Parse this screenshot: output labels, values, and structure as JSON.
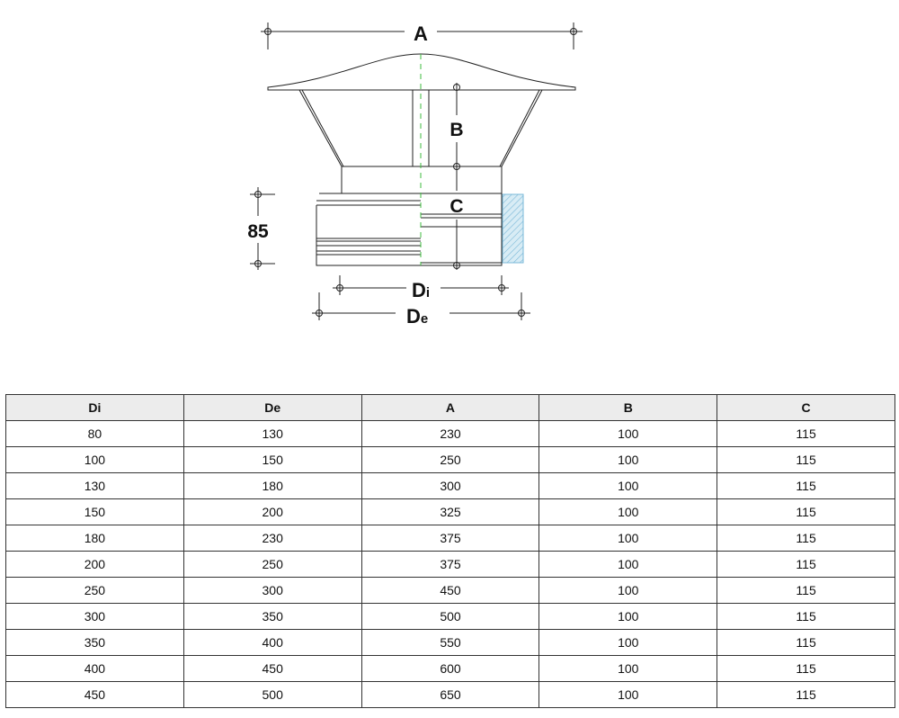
{
  "diagram": {
    "labels": {
      "A": "A",
      "B": "B",
      "C": "C",
      "height": "85",
      "Di_main": "D",
      "Di_sub": "i",
      "De_main": "D",
      "De_sub": "e"
    },
    "colors": {
      "axis": "#3dbb3d",
      "hatch": "#7ab8d8",
      "line": "#222222"
    }
  },
  "table": {
    "headers": [
      "Di",
      "De",
      "A",
      "B",
      "C"
    ],
    "rows": [
      [
        "80",
        "130",
        "230",
        "100",
        "115"
      ],
      [
        "100",
        "150",
        "250",
        "100",
        "115"
      ],
      [
        "130",
        "180",
        "300",
        "100",
        "115"
      ],
      [
        "150",
        "200",
        "325",
        "100",
        "115"
      ],
      [
        "180",
        "230",
        "375",
        "100",
        "115"
      ],
      [
        "200",
        "250",
        "375",
        "100",
        "115"
      ],
      [
        "250",
        "300",
        "450",
        "100",
        "115"
      ],
      [
        "300",
        "350",
        "500",
        "100",
        "115"
      ],
      [
        "350",
        "400",
        "550",
        "100",
        "115"
      ],
      [
        "400",
        "450",
        "600",
        "100",
        "115"
      ],
      [
        "450",
        "500",
        "650",
        "100",
        "115"
      ]
    ]
  }
}
